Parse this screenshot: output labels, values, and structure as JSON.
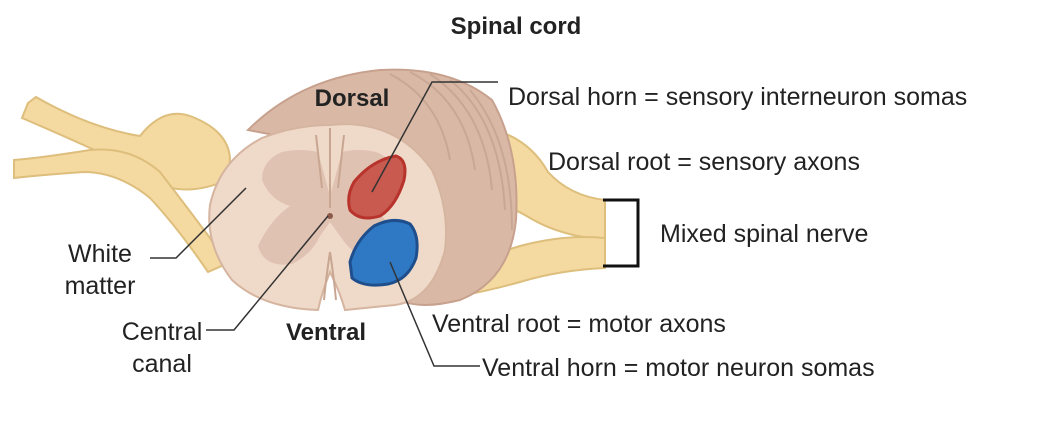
{
  "title": "Spinal cord",
  "orientation": {
    "top": "Dorsal",
    "bottom": "Ventral"
  },
  "labels": {
    "dorsal_horn": "Dorsal horn = sensory interneuron somas",
    "dorsal_root": "Dorsal root = sensory axons",
    "mixed_nerve": "Mixed spinal nerve",
    "ventral_root": "Ventral root = motor axons",
    "ventral_horn": "Ventral horn = motor neuron somas",
    "white_matter_1": "White",
    "white_matter_2": "matter",
    "central_canal_1": "Central",
    "central_canal_2": "canal"
  },
  "colors": {
    "nerve": "#F4D9A0",
    "nerve_outline": "#DDBE7C",
    "cord_back": "#D9B9A6",
    "white_matter": "#EFD9C8",
    "gray_matter": "#E0C2B2",
    "dorsal_horn": "#C85A50",
    "dorsal_horn_outline": "#B8332B",
    "ventral_horn": "#2F78C4",
    "ventral_horn_outline": "#1F4E8C"
  }
}
